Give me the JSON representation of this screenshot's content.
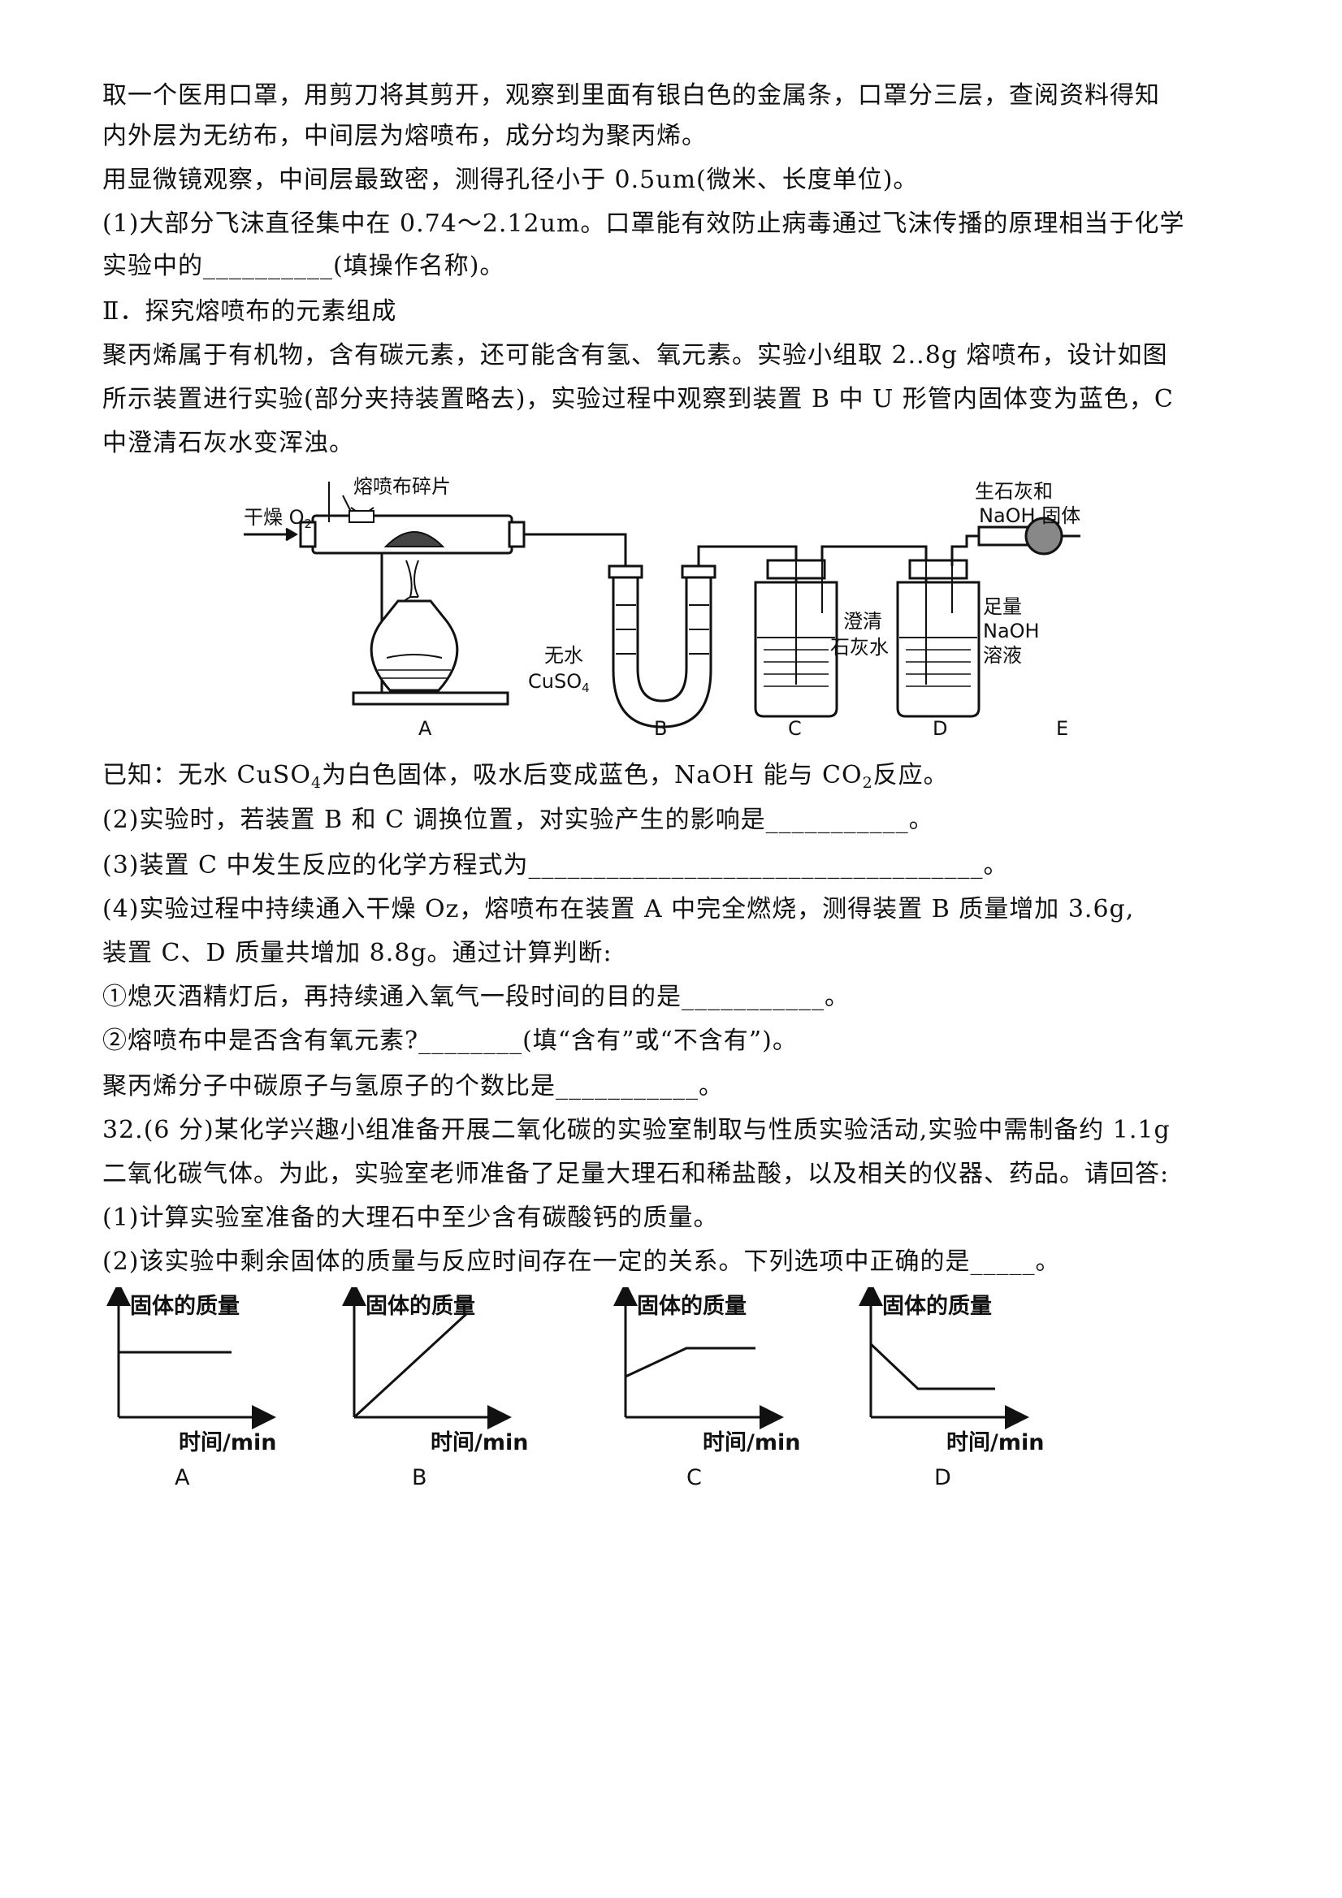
{
  "text": {
    "l1": "取一个医用口罩，用剪刀将其剪开，观察到里面有银白色的金属条，口罩分三层，查阅资料得知",
    "l2": "内外层为无纺布，中间层为熔喷布，成分均为聚丙烯。",
    "l3": "用显微镜观察，中间层最致密，测得孔径小于 0.5um(微米、长度单位)。",
    "l4": "(1)大部分飞沫直径集中在 0.74～2.12um。口罩能有效防止病毒通过飞沫传播的原理相当于化学",
    "l5": "实验中的__________(填操作名称)。",
    "l6": "Ⅱ．探究熔喷布的元素组成",
    "l7": "聚丙烯属于有机物，含有碳元素，还可能含有氢、氧元素。实验小组取 2..8g 熔喷布，设计如图",
    "l8": "所示装置进行实验(部分夹持装置略去)，实验过程中观察到装置 B 中 U 形管内固体变为蓝色，C",
    "l9": "中澄清石灰水变浑浊。",
    "l10a": "已知：无水 CuSO",
    "l10s1": "4",
    "l10b": "为白色固体，吸水后变成蓝色，NaOH 能与 CO",
    "l10s2": "2",
    "l10c": "反应。",
    "l11": "(2)实验时，若装置 B 和 C 调换位置，对实验产生的影响是___________。",
    "l12": "(3)装置 C 中发生反应的化学方程式为___________________________________。",
    "l13": "(4)实验过程中持续通入干燥 Oz，熔喷布在装置 A 中完全燃烧，测得装置 B 质量增加 3.6g,",
    "l14": "装置 C、D 质量共增加 8.8g。通过计算判断:",
    "l15": "①熄灭酒精灯后，再持续通入氧气一段时间的目的是___________。",
    "l16": "②熔喷布中是否含有氧元素?________(填“含有”或“不含有”)。",
    "l17": "聚丙烯分子中碳原子与氢原子的个数比是___________。",
    "l18": "32.(6 分)某化学兴趣小组准备开展二氧化碳的实验室制取与性质实验活动,实验中需制备约 1.1g",
    "l19": "二氧化碳气体。为此，实验室老师准备了足量大理石和稀盐酸，以及相关的仪器、药品。请回答:",
    "l20": "(1)计算实验室准备的大理石中至少含有碳酸钙的质量。",
    "l21": "(2)该实验中剩余固体的质量与反应时间存在一定的关系。下列选项中正确的是_____。"
  },
  "apparatus": {
    "inlet_a": "干燥 O",
    "inlet_sub": "2",
    "sample_label": "熔喷布碎片",
    "b_label_1": "无水",
    "b_label_2a": "CuSO",
    "b_label_2s": "4",
    "c_label_1": "澄清",
    "c_label_2": "石灰水",
    "d_label_1": "足量",
    "d_label_2": "NaOH",
    "d_label_3": "溶液",
    "e_label_1": "生石灰和",
    "e_label_2": "NaOH 固体",
    "letters": [
      "A",
      "B",
      "C",
      "D",
      "E"
    ]
  },
  "graphs": {
    "y_label": "固体的质量",
    "x_label": "时间/min",
    "letters": [
      "A",
      "B",
      "C",
      "D"
    ]
  }
}
